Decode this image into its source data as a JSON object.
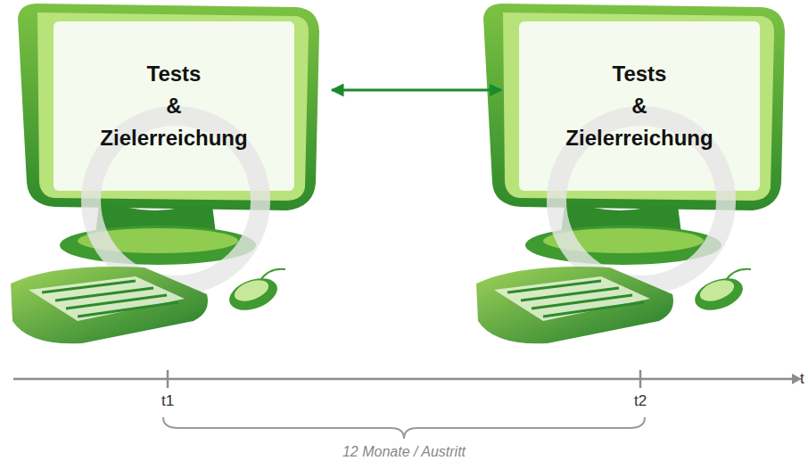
{
  "diagram": {
    "nodes": [
      {
        "text": [
          "Tests & Zielerreichung"
        ]
      },
      {
        "text": [
          "Tests & Zielerreichung"
        ]
      }
    ],
    "edges": [
      {
        "from": 0,
        "to": 1,
        "arrow": "both"
      }
    ],
    "labels": [
      "t",
      "t1",
      "t2",
      "12 Monate / Austritt"
    ]
  }
}
